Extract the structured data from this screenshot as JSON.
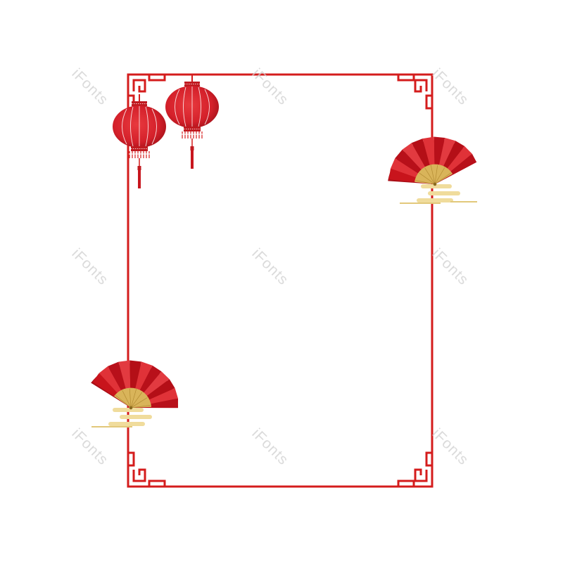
{
  "image": {
    "description_type": "decorative Chinese-style frame",
    "elements": {
      "frame": "frame-border",
      "lanterns": [
        "lantern-icon",
        "lantern-icon"
      ],
      "fans": [
        "folding-fan-icon",
        "folding-fan-icon"
      ],
      "clouds": [
        "cloud-icon",
        "cloud-icon"
      ]
    }
  },
  "watermark": {
    "text": "iFonts"
  },
  "colors": {
    "frame_red": "#d41c1c",
    "lantern_red": "#d8242a",
    "lantern_dark": "#a8121a",
    "fan_red": "#c8141c",
    "fan_dark": "#9a0a12",
    "fan_light": "#e33a3f",
    "gold": "#d9b45a",
    "cloud_gold": "#f0dc9c",
    "watermark": "#cfcfcf"
  }
}
